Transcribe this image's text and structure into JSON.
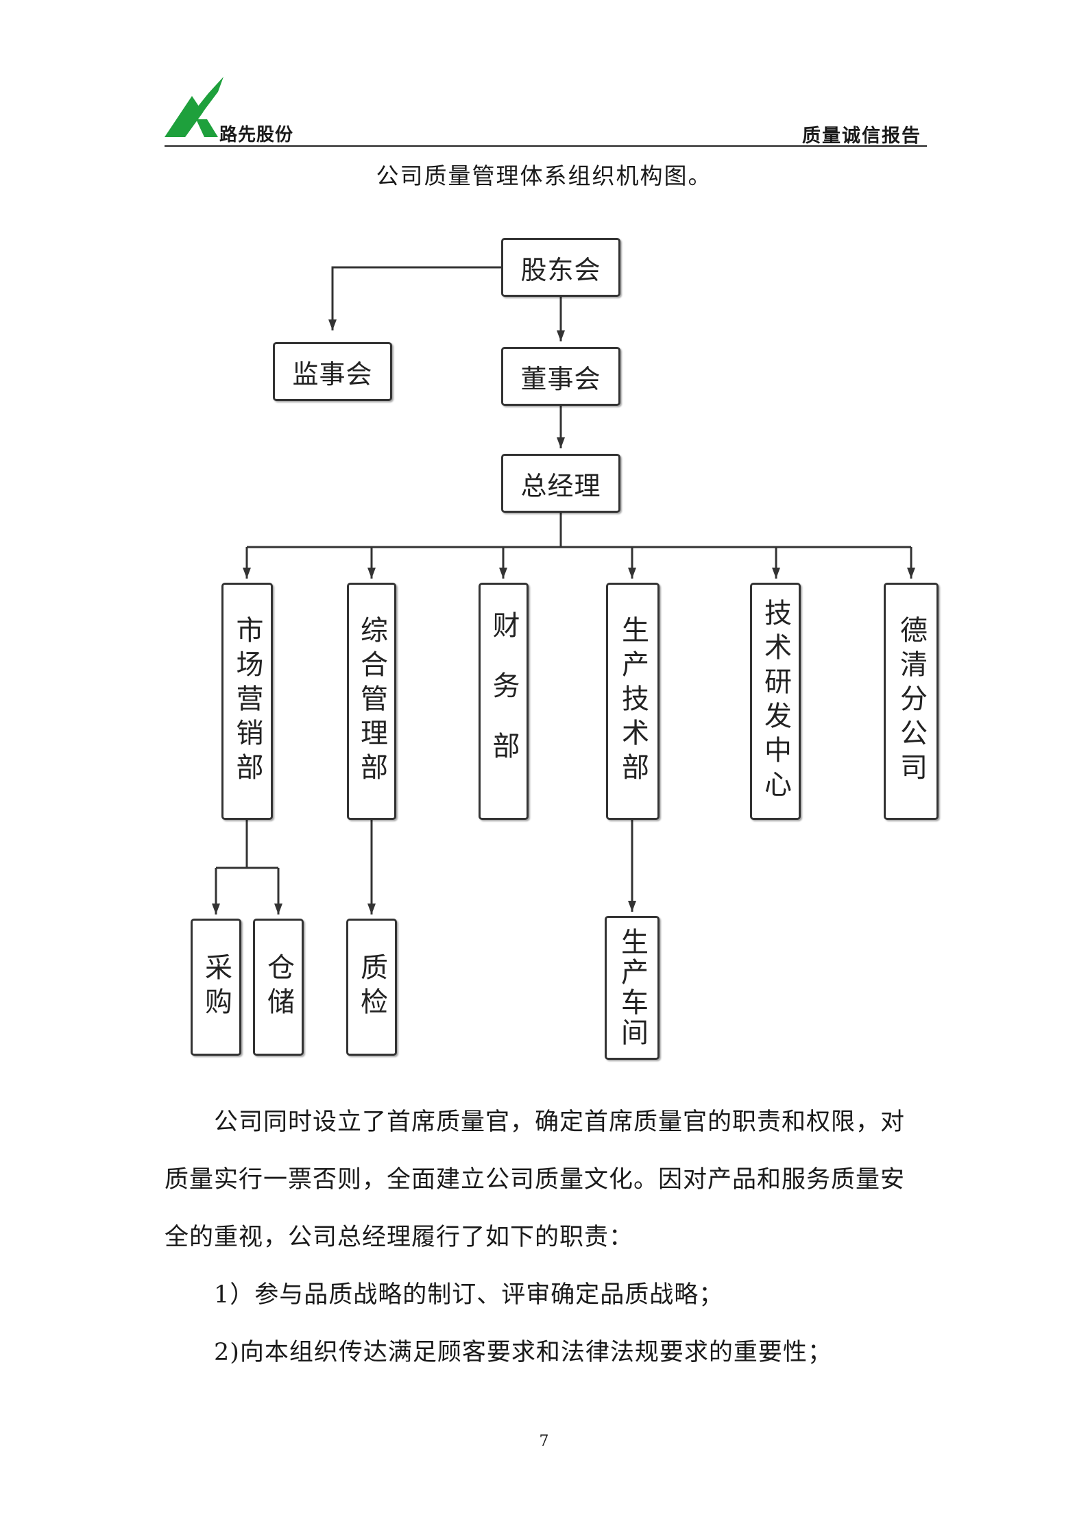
{
  "header": {
    "company": "路先股份",
    "report_title": "质量诚信报告",
    "brand_color": "#1ea03c"
  },
  "caption": "公司质量管理体系组织机构图。",
  "org_chart": {
    "shareholders": "股东会",
    "supervisors": "监事会",
    "board": "董事会",
    "general_manager": "总经理",
    "departments": {
      "marketing": "市场营销部",
      "admin": "综合管理部",
      "finance": "财务部",
      "production_tech": "生产技术部",
      "rnd": "技术研发中心",
      "deqing": "德清分公司"
    },
    "sub_units": {
      "purchasing": "采购",
      "warehouse": "仓储",
      "qc": "质检",
      "workshop": "生产车间"
    }
  },
  "body": {
    "paragraph": "公司同时设立了首席质量官，确定首席质量官的职责和权限，对质量实行一票否则，全面建立公司质量文化。因对产品和服务质量安全的重视，公司总经理履行了如下的职责：",
    "items": [
      "1）参与品质战略的制订、评审确定品质战略；",
      "2)向本组织传达满足顾客要求和法律法规要求的重要性；"
    ]
  },
  "page_number": "7"
}
